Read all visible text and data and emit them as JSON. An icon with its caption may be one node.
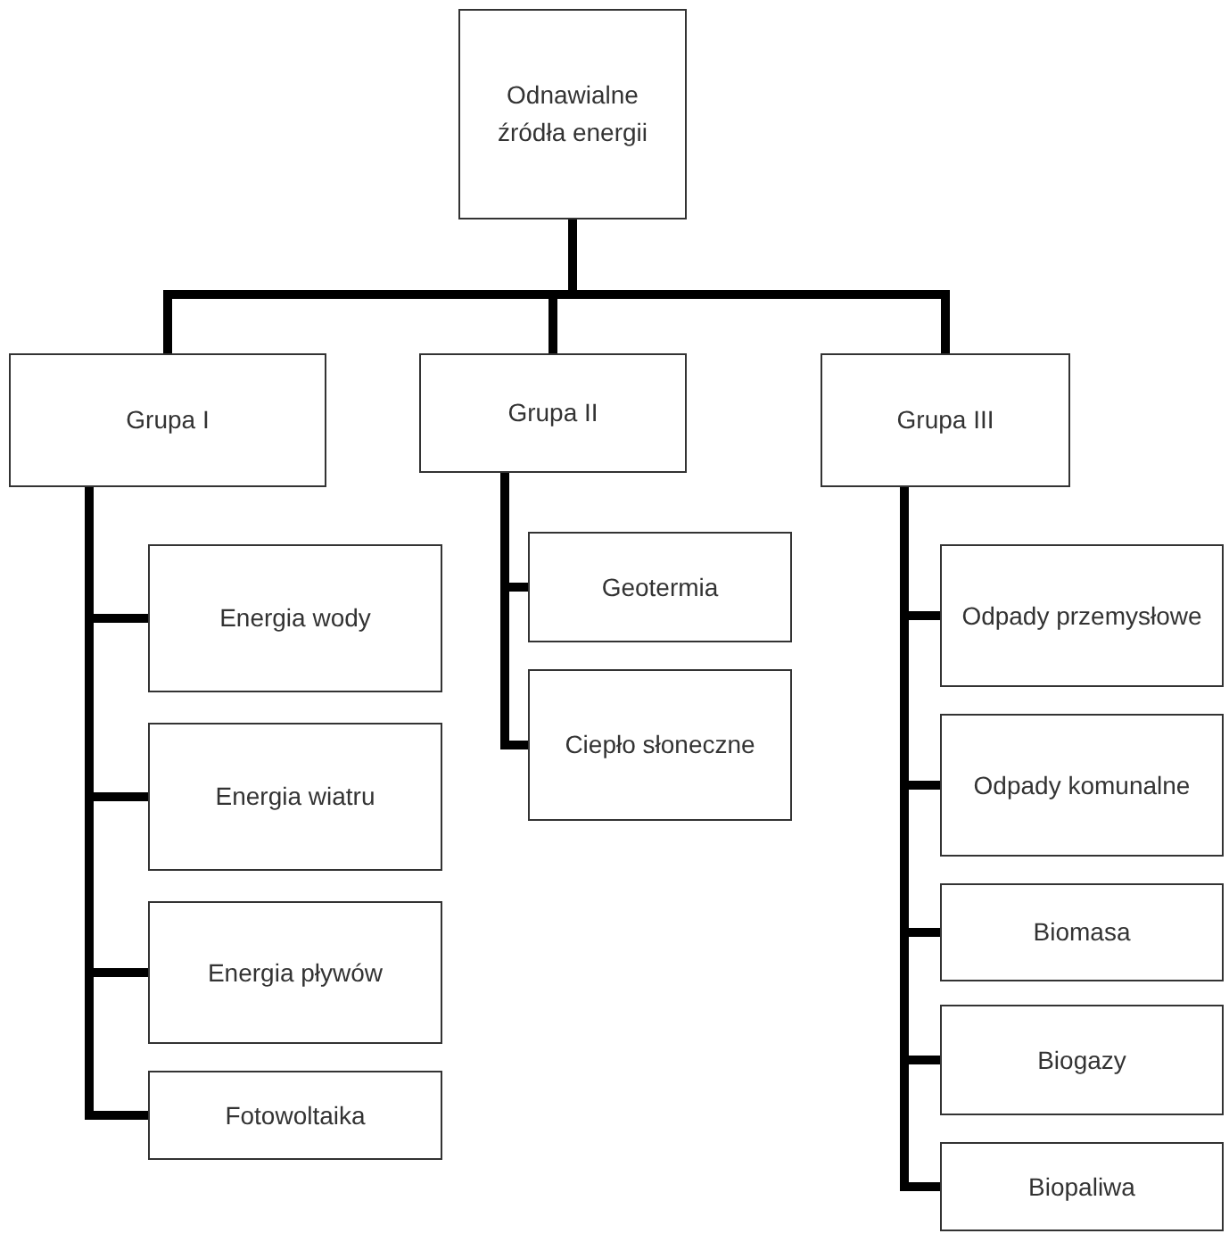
{
  "diagram": {
    "nodes": [
      {
        "text": [
          "Odnawialne źródła energii"
        ]
      },
      {
        "text": [
          "Grupa I"
        ]
      },
      {
        "text": [
          "Grupa II"
        ]
      },
      {
        "text": [
          "Grupa III"
        ]
      },
      {
        "text": [
          "Energia wody"
        ]
      },
      {
        "text": [
          "Energia wiatru"
        ]
      },
      {
        "text": [
          "Energia pływów"
        ]
      },
      {
        "text": [
          "Fotowoltaika"
        ]
      },
      {
        "text": [
          "Geotermia"
        ]
      },
      {
        "text": [
          "Ciepło słoneczne"
        ]
      },
      {
        "text": [
          "Odpady przemysłowe"
        ]
      },
      {
        "text": [
          "Odpady komunalne"
        ]
      },
      {
        "text": [
          "Biomasa"
        ]
      },
      {
        "text": [
          "Biogazy"
        ]
      },
      {
        "text": [
          "Biopaliwa"
        ]
      }
    ],
    "edges": [
      {
        "from": 0,
        "to": 1,
        "arrow": "none"
      },
      {
        "from": 0,
        "to": 2,
        "arrow": "none"
      },
      {
        "from": 0,
        "to": 3,
        "arrow": "none"
      },
      {
        "from": 1,
        "to": 4,
        "arrow": "none"
      },
      {
        "from": 1,
        "to": 5,
        "arrow": "none"
      },
      {
        "from": 1,
        "to": 6,
        "arrow": "none"
      },
      {
        "from": 1,
        "to": 7,
        "arrow": "none"
      },
      {
        "from": 2,
        "to": 8,
        "arrow": "none"
      },
      {
        "from": 2,
        "to": 9,
        "arrow": "none"
      },
      {
        "from": 3,
        "to": 10,
        "arrow": "none"
      },
      {
        "from": 3,
        "to": 11,
        "arrow": "none"
      },
      {
        "from": 3,
        "to": 12,
        "arrow": "none"
      },
      {
        "from": 3,
        "to": 13,
        "arrow": "none"
      },
      {
        "from": 3,
        "to": 14,
        "arrow": "none"
      }
    ]
  }
}
